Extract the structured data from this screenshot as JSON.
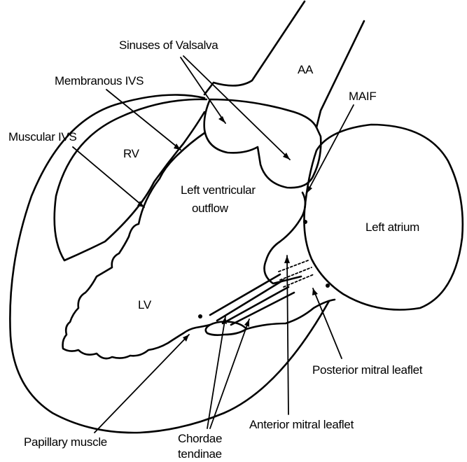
{
  "labels": {
    "aa": "AA",
    "sinuses": "Sinuses of Valsalva",
    "membranous_ivs": "Membranous IVS",
    "maif": "MAIF",
    "muscular_ivs": "Muscular IVS",
    "rv": "RV",
    "lv_outflow_line1": "Left ventricular",
    "lv_outflow_line2": "outflow",
    "left_atrium": "Left atrium",
    "lv": "LV",
    "posterior_leaflet": "Posterior mitral leaflet",
    "anterior_leaflet": "Anterior mitral leaflet",
    "papillary": "Papillary muscle",
    "chordae_line1": "Chordae",
    "chordae_line2": "tendinae"
  }
}
